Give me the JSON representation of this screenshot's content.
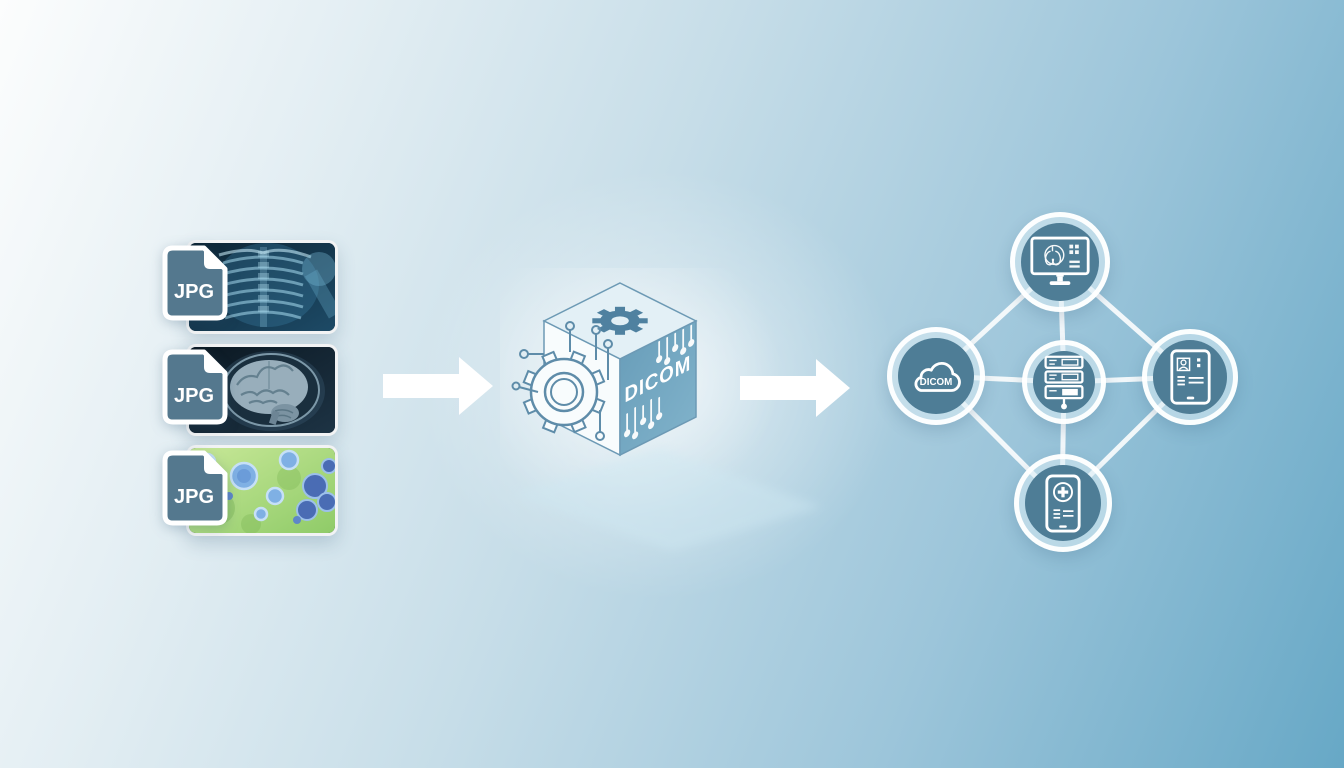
{
  "colors": {
    "bg_start": "#fbfdfd",
    "bg_end": "#67a8c6",
    "file_badge": "#54788e",
    "cube_right_face": "#6b9fba",
    "cube_line_color": "#5e8ca9",
    "node_fill": "#4e7d96",
    "arrow_color": "#ffffff",
    "connector_color": "#ffffff"
  },
  "source_files": {
    "items": [
      {
        "label": "JPG",
        "image": "chest-xray"
      },
      {
        "label": "JPG",
        "image": "brain-mri"
      },
      {
        "label": "JPG",
        "image": "microscopy-cells"
      }
    ]
  },
  "converter_cube": {
    "label": "DICOM",
    "icons": [
      "gear-icon",
      "circuit-traces-icon"
    ]
  },
  "flow": {
    "arrows": [
      "arrow-right",
      "arrow-right"
    ]
  },
  "network": {
    "cloud_label": "DICOM",
    "nodes": [
      {
        "name": "imaging-workstation",
        "icon": "monitor-lungs-icon",
        "position": "top"
      },
      {
        "name": "dicom-cloud",
        "icon": "cloud-icon",
        "position": "left"
      },
      {
        "name": "pacs-server",
        "icon": "server-rack-icon",
        "position": "center"
      },
      {
        "name": "tablet-record-viewer",
        "icon": "tablet-record-icon",
        "position": "right"
      },
      {
        "name": "mobile-health-app",
        "icon": "phone-medical-icon",
        "position": "bottom"
      }
    ]
  }
}
